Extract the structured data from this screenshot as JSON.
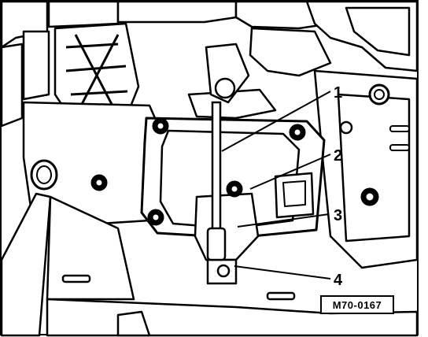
{
  "callouts": [
    {
      "label": "1"
    },
    {
      "label": "2"
    },
    {
      "label": "3"
    },
    {
      "label": "4"
    }
  ],
  "figure_code": "M70-0167",
  "colors": {
    "ink": "#000000",
    "paper": "#ffffff"
  }
}
